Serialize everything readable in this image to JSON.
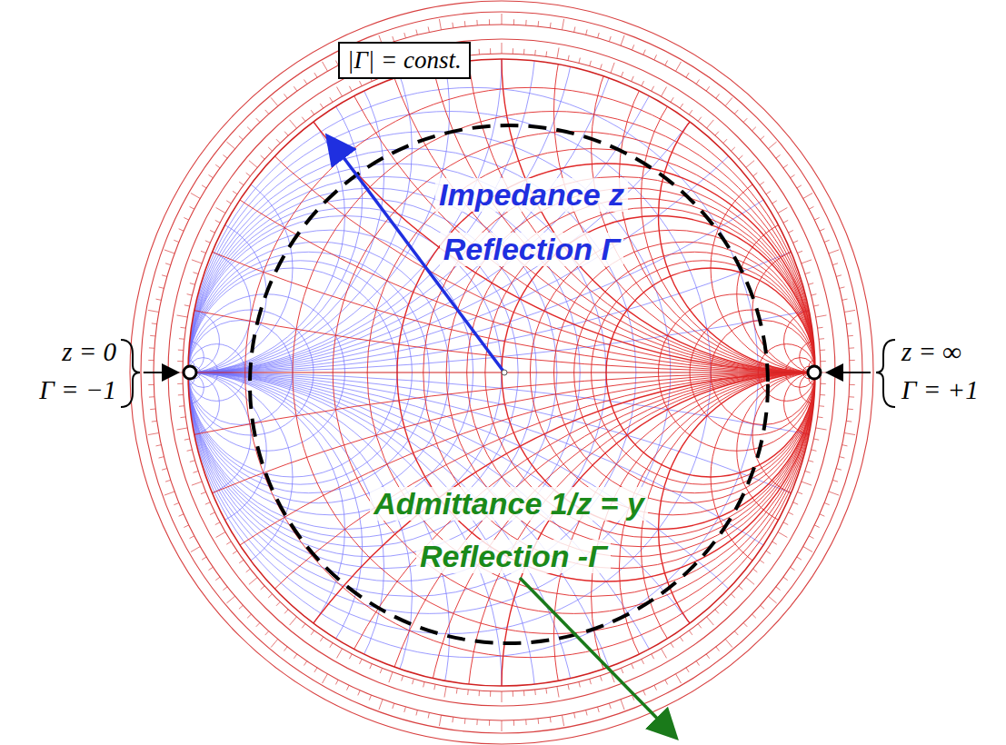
{
  "diagram": {
    "nodes": [
      {
        "text": [
          "|Γ| = const."
        ]
      }
    ],
    "labels": [
      "Impedance z",
      "Reflection Γ",
      "Admittance 1/z = y",
      "Reflection -Γ",
      "z = 0",
      "Γ = −1",
      "z = ∞",
      "Γ = +1"
    ]
  }
}
